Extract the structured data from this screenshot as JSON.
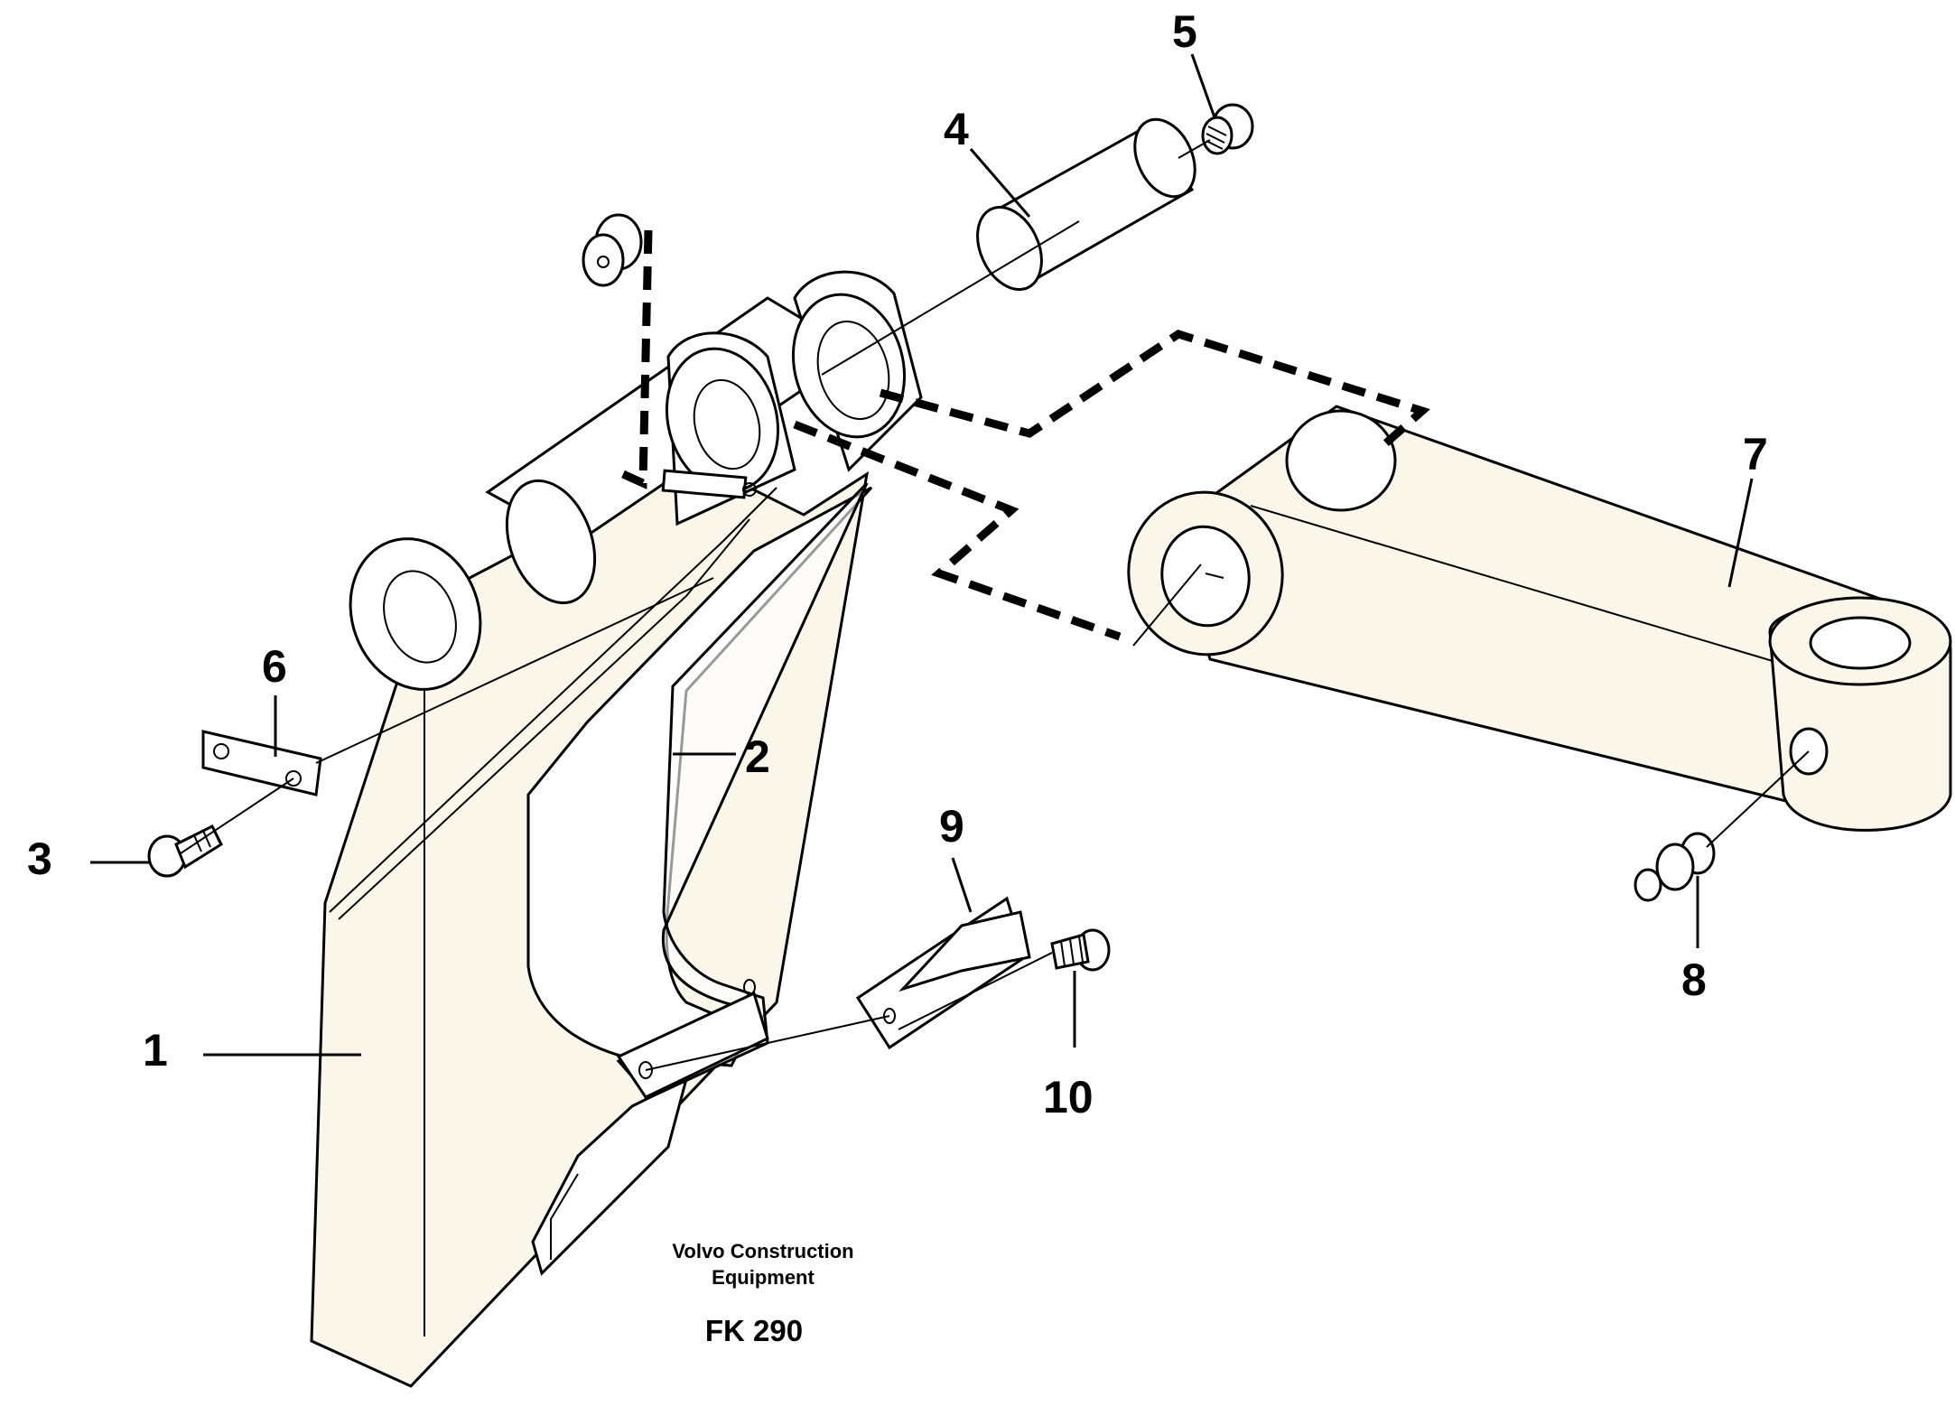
{
  "part_numbers": [
    "1",
    "2",
    "3",
    "4",
    "5",
    "6",
    "7",
    "8",
    "9",
    "10"
  ],
  "caption": {
    "line1": "Volvo Construction",
    "line2": "Equipment",
    "code": "FK 290"
  }
}
